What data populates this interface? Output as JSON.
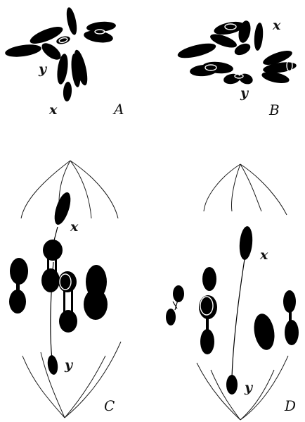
{
  "figure": {
    "panels": [
      {
        "id": "A",
        "label": "A",
        "chromosome_labels": {
          "x": "x",
          "y": "y"
        }
      },
      {
        "id": "B",
        "label": "B",
        "chromosome_labels": {
          "x": "x",
          "y": "y"
        }
      },
      {
        "id": "C",
        "label": "C",
        "chromosome_labels": {
          "x": "x",
          "y": "y"
        }
      },
      {
        "id": "D",
        "label": "D",
        "chromosome_labels": {
          "x": "x",
          "y": "y"
        }
      }
    ],
    "colors": {
      "ink": "#000000",
      "paper": "#ffffff"
    }
  }
}
